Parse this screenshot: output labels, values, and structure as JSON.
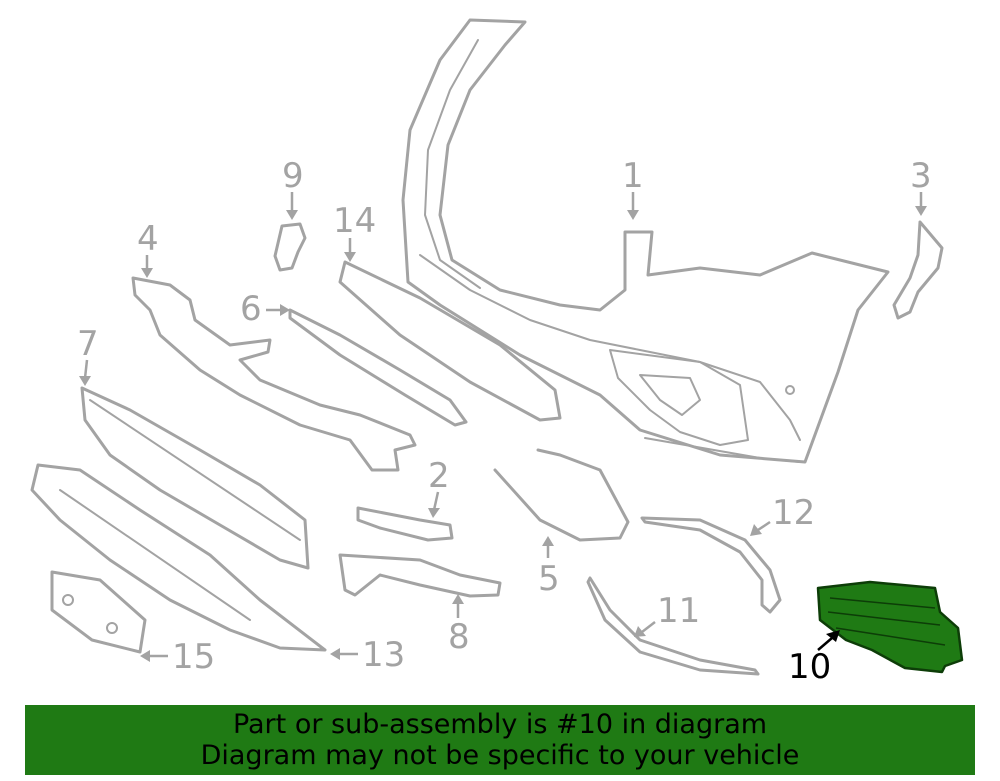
{
  "diagram": {
    "callouts": [
      "1",
      "2",
      "3",
      "4",
      "5",
      "6",
      "7",
      "8",
      "9",
      "10",
      "11",
      "12",
      "13",
      "14",
      "15"
    ],
    "highlighted_part": "10",
    "colors": {
      "part_outline": "#a3a3a3",
      "highlight_fill": "#1f7a14",
      "highlight_label": "#000000"
    }
  },
  "banner": {
    "line1": "Part or sub-assembly is #10 in diagram",
    "line2": "Diagram may not be specific to your vehicle",
    "background": "#1f7a14"
  }
}
